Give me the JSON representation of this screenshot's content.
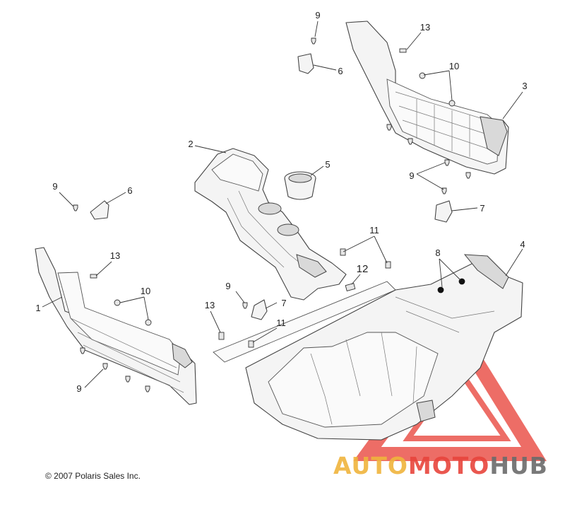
{
  "copyright": "© 2007 Polaris Sales Inc.",
  "watermark": {
    "part1": "AUTO",
    "part2": "MOTO",
    "part3": "HUB",
    "colors": {
      "orange": "#f0b43c",
      "red": "#e8453c",
      "gray": "#6b6b6b"
    }
  },
  "callouts": {
    "c1": "1",
    "c2": "2",
    "c3": "3",
    "c4": "4",
    "c5": "5",
    "c6a": "6",
    "c6b": "6",
    "c7a": "7",
    "c7b": "7",
    "c8": "8",
    "c9a": "9",
    "c9b": "9",
    "c9c": "9",
    "c9d": "9",
    "c9e": "9",
    "c10a": "10",
    "c10b": "10",
    "c11a": "11",
    "c11b": "11",
    "c12": "12",
    "c13a": "13",
    "c13b": "13",
    "c13c": "13"
  }
}
